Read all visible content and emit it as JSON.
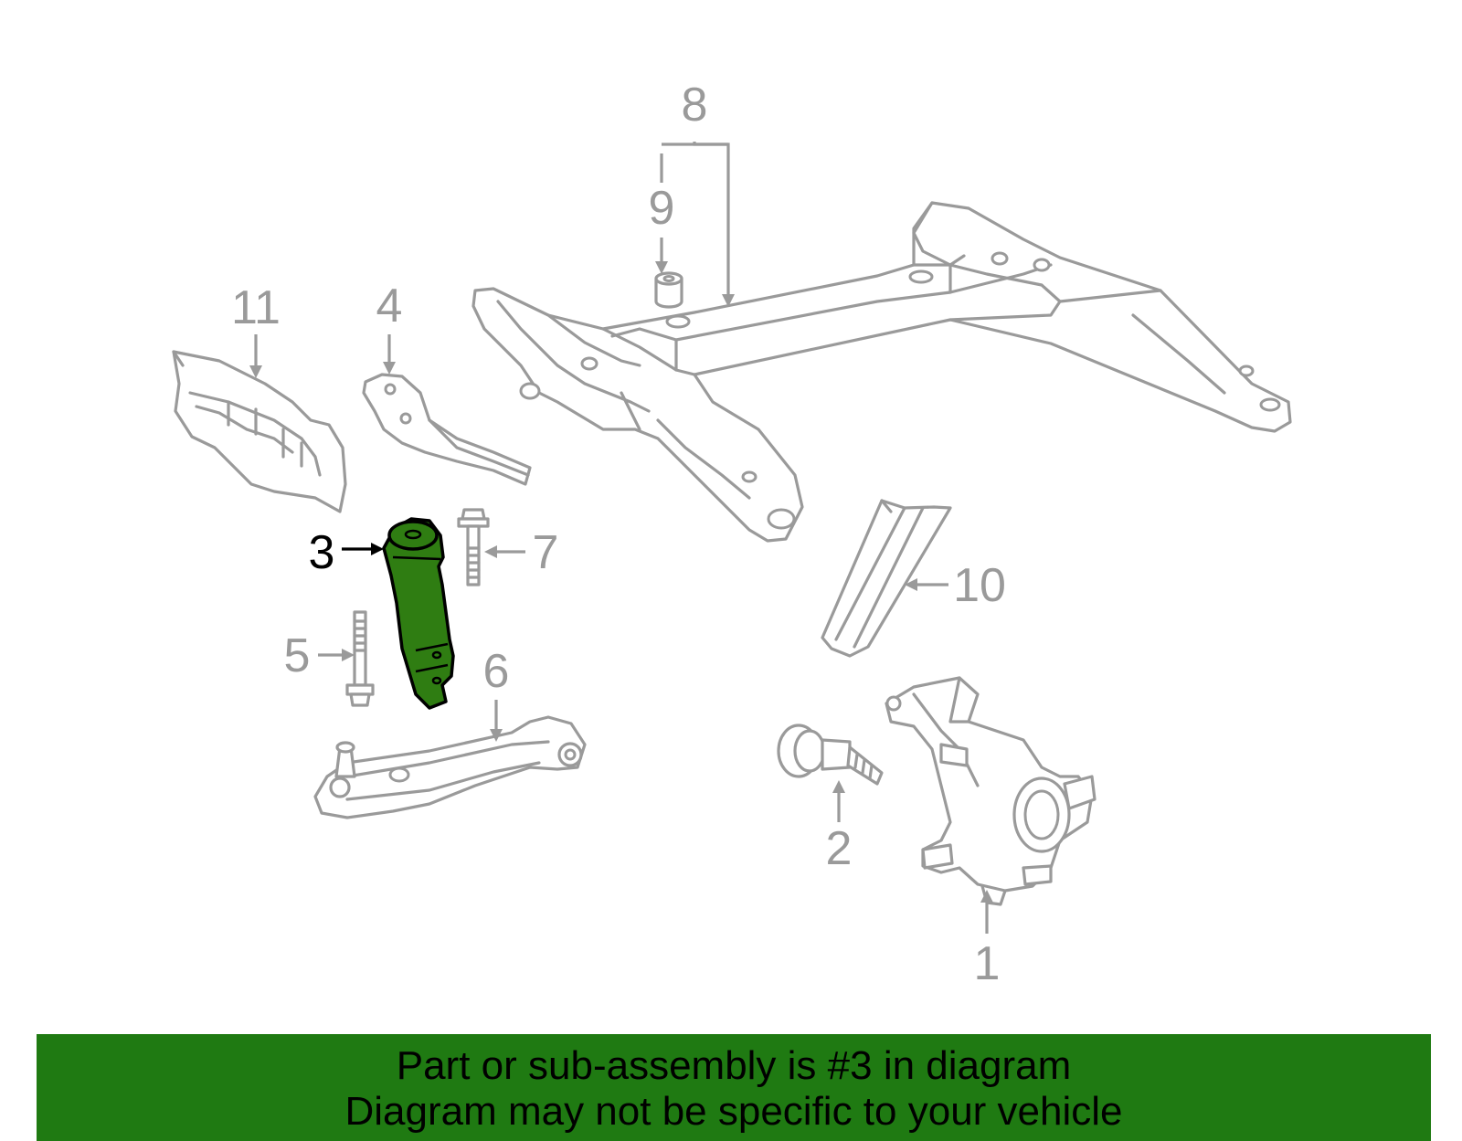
{
  "diagram": {
    "callouts": {
      "c1": "1",
      "c2": "2",
      "c3": "3",
      "c4": "4",
      "c5": "5",
      "c6": "6",
      "c7": "7",
      "c8": "8",
      "c9": "9",
      "c10": "10",
      "c11": "11"
    },
    "selected_part": "3",
    "colors": {
      "highlight": "#2f7d12",
      "banner": "#1f7a12",
      "line_gray": "#9a9a9a"
    }
  },
  "banner": {
    "line1": "Part or sub-assembly is #3 in diagram",
    "line2": "Diagram may not be specific to your vehicle"
  }
}
